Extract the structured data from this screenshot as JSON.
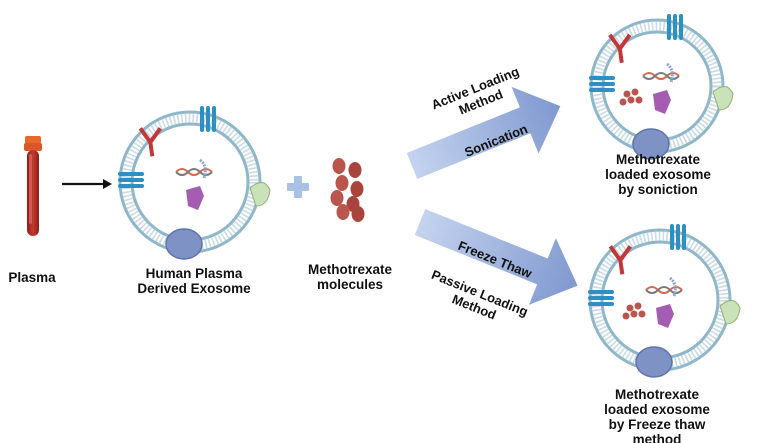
{
  "colors": {
    "membrane": "#8fb6c9",
    "blood": "#b12d26",
    "cap": "#e56a2b",
    "arrow": "#9db0da",
    "drug": "#b9554d",
    "plus": "#a9c2e3",
    "protein": "#7e92c6",
    "receptor": "#2e8fc2",
    "antibody": "#c23838",
    "enzyme": "#a55cb3",
    "glyco": "#c9e2b8"
  },
  "icons": [
    "blood-tube-icon",
    "right-arrow-icon",
    "exosome-icon",
    "plus-icon",
    "drug-molecules-icon",
    "block-arrow-icon"
  ],
  "labels": {
    "plasma": "Plasma",
    "exosome": [
      "Human Plasma",
      "Derived Exosome"
    ],
    "methotrexate": [
      "Methotrexate",
      "molecules"
    ],
    "active_method": [
      "Active Loading",
      "Method"
    ],
    "sonication": "Sonication",
    "freeze_thaw": "Freeze Thaw",
    "passive_method": [
      "Passive Loading",
      "Method"
    ],
    "active_result": [
      "Methotrexate",
      "loaded exosome",
      "by soniction"
    ],
    "passive_result": [
      "Methotrexate",
      "loaded exosome",
      "by Freeze thaw",
      "method"
    ]
  }
}
